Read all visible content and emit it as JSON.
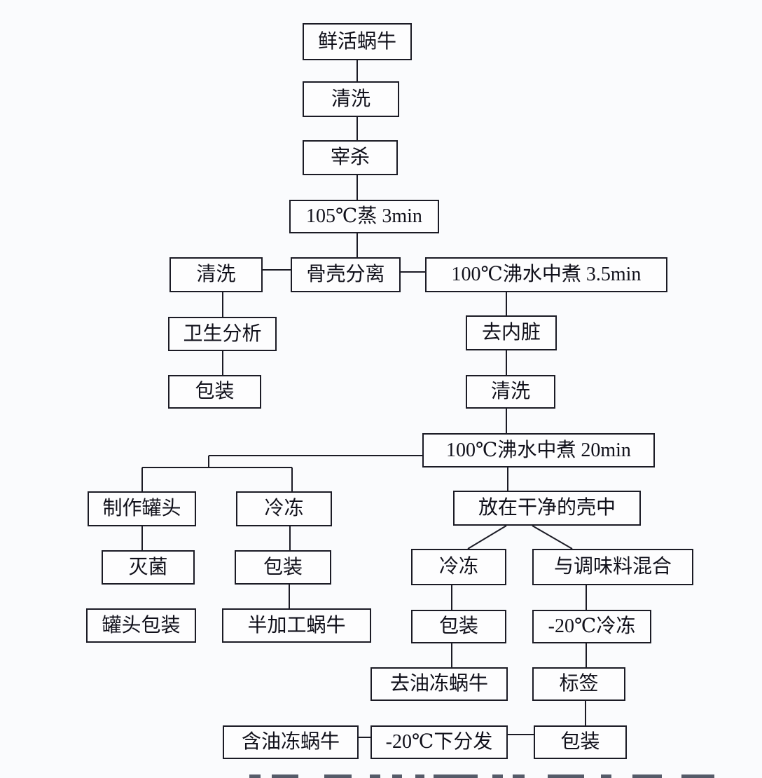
{
  "colors": {
    "background": "#fafbfd",
    "box_fill": "#fdfdfe",
    "box_border": "#1b1b25",
    "text": "#10101a",
    "connector": "#1b1b25"
  },
  "diagram": {
    "type": "flowchart",
    "nodes": [
      {
        "id": "fresh-snail",
        "label": "鲜活蜗牛"
      },
      {
        "id": "wash-1",
        "label": "清洗"
      },
      {
        "id": "slaughter",
        "label": "宰杀"
      },
      {
        "id": "steam-105",
        "label": "105℃蒸 3min"
      },
      {
        "id": "wash-2",
        "label": "清洗"
      },
      {
        "id": "shell-separate",
        "label": "骨壳分离"
      },
      {
        "id": "boil-3-5min",
        "label": "100℃沸水中煮 3.5min"
      },
      {
        "id": "hygiene-analysis",
        "label": "卫生分析"
      },
      {
        "id": "package-1",
        "label": "包装"
      },
      {
        "id": "remove-viscera",
        "label": "去内脏"
      },
      {
        "id": "wash-3",
        "label": "清洗"
      },
      {
        "id": "boil-20min",
        "label": "100℃沸水中煮 20min"
      },
      {
        "id": "make-cans",
        "label": "制作罐头"
      },
      {
        "id": "freeze-1",
        "label": "冷冻"
      },
      {
        "id": "place-in-shell",
        "label": "放在干净的壳中"
      },
      {
        "id": "sterilize",
        "label": "灭菌"
      },
      {
        "id": "package-2",
        "label": "包装"
      },
      {
        "id": "freeze-2",
        "label": "冷冻"
      },
      {
        "id": "mix-seasoning",
        "label": "与调味料混合"
      },
      {
        "id": "can-package",
        "label": "罐头包装"
      },
      {
        "id": "semi-processed",
        "label": "半加工蜗牛"
      },
      {
        "id": "package-3",
        "label": "包装"
      },
      {
        "id": "freeze-minus20",
        "label": "-20℃冷冻"
      },
      {
        "id": "oil-free-frozen",
        "label": "去油冻蜗牛"
      },
      {
        "id": "tag-label",
        "label": "标签"
      },
      {
        "id": "oil-frozen",
        "label": "含油冻蜗牛"
      },
      {
        "id": "distribute-minus20",
        "label": "-20℃下分发"
      },
      {
        "id": "package-4",
        "label": "包装"
      }
    ],
    "edges": [
      {
        "from": "fresh-snail",
        "to": "wash-1"
      },
      {
        "from": "wash-1",
        "to": "slaughter"
      },
      {
        "from": "slaughter",
        "to": "steam-105"
      },
      {
        "from": "steam-105",
        "to": "shell-separate"
      },
      {
        "from": "shell-separate",
        "to": "wash-2"
      },
      {
        "from": "shell-separate",
        "to": "boil-3-5min"
      },
      {
        "from": "wash-2",
        "to": "hygiene-analysis"
      },
      {
        "from": "hygiene-analysis",
        "to": "package-1"
      },
      {
        "from": "boil-3-5min",
        "to": "remove-viscera"
      },
      {
        "from": "remove-viscera",
        "to": "wash-3"
      },
      {
        "from": "wash-3",
        "to": "boil-20min"
      },
      {
        "from": "boil-20min",
        "to": "make-cans"
      },
      {
        "from": "boil-20min",
        "to": "freeze-1"
      },
      {
        "from": "boil-20min",
        "to": "place-in-shell"
      },
      {
        "from": "make-cans",
        "to": "sterilize"
      },
      {
        "from": "freeze-1",
        "to": "package-2"
      },
      {
        "from": "package-2",
        "to": "semi-processed"
      },
      {
        "from": "place-in-shell",
        "to": "freeze-2"
      },
      {
        "from": "place-in-shell",
        "to": "mix-seasoning"
      },
      {
        "from": "freeze-2",
        "to": "package-3"
      },
      {
        "from": "package-3",
        "to": "oil-free-frozen"
      },
      {
        "from": "mix-seasoning",
        "to": "freeze-minus20"
      },
      {
        "from": "freeze-minus20",
        "to": "tag-label"
      },
      {
        "from": "tag-label",
        "to": "package-4"
      },
      {
        "from": "package-4",
        "to": "distribute-minus20"
      },
      {
        "from": "distribute-minus20",
        "to": "oil-frozen"
      }
    ]
  }
}
